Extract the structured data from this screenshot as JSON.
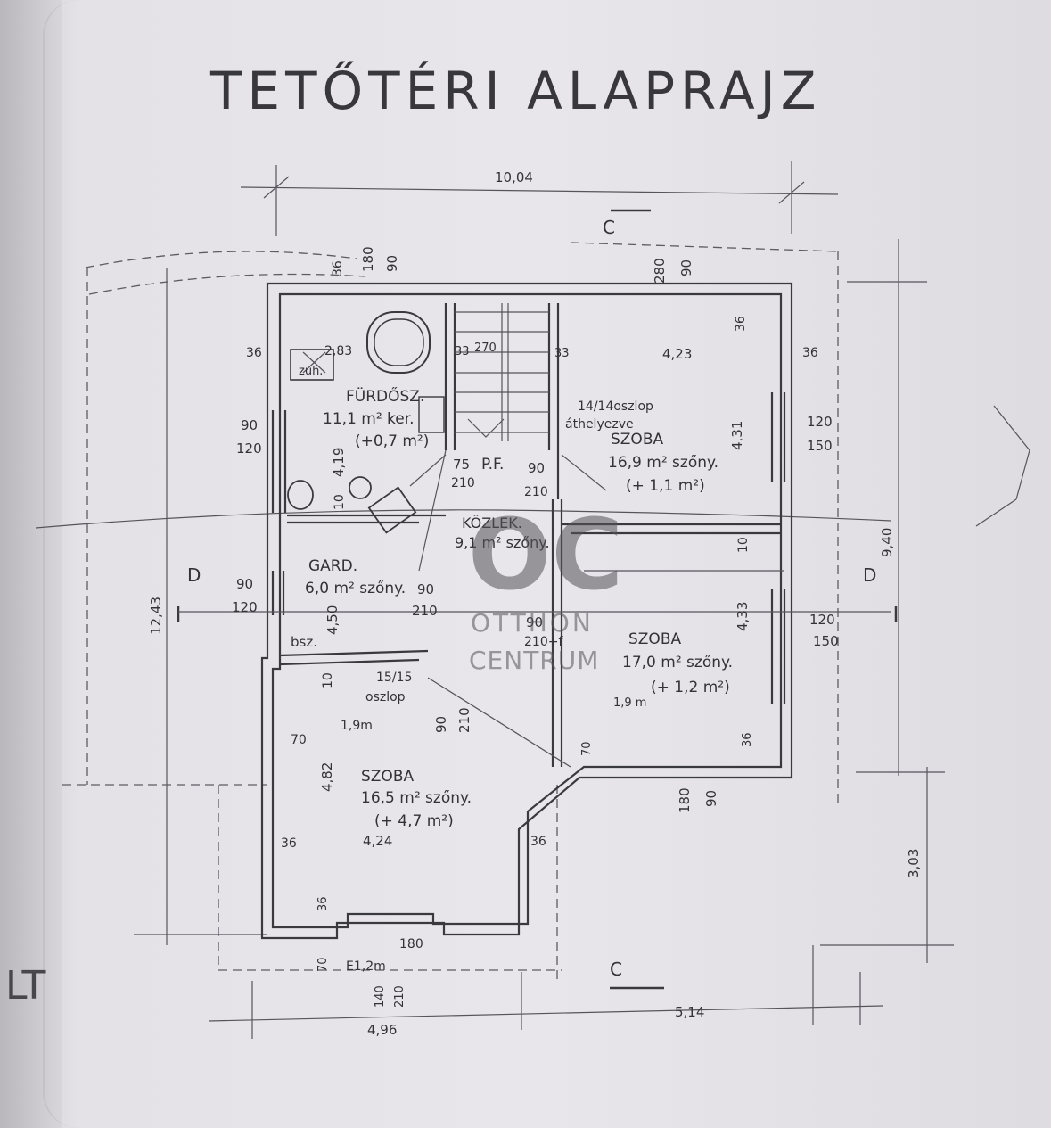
{
  "title": "TETŐTÉRI ALAPRAJZ",
  "watermark": {
    "mark": "OC",
    "line1": "OTTHON",
    "line2": "CENTRUM"
  },
  "edge_letters": "LT",
  "rooms": [
    {
      "id": "furdoszoba",
      "name": "FÜRDŐSZ.",
      "area": "11,1 m² ker.",
      "extra": "(+0,7 m²)"
    },
    {
      "id": "kozlekedo",
      "name": "KÖZLEK.",
      "area": "9,1 m² szőny."
    },
    {
      "id": "szoba-ne",
      "name": "SZOBA",
      "area": "16,9 m² szőny.",
      "extra": "(+ 1,1 m²)"
    },
    {
      "id": "gard",
      "name": "GARD.",
      "area": "6,0 m² szőny."
    },
    {
      "id": "szoba-e",
      "name": "SZOBA",
      "area": "17,0 m² szőny.",
      "extra": "(+ 1,2 m²)"
    },
    {
      "id": "szoba-sw",
      "name": "SZOBA",
      "area": "16,5 m² szőny.",
      "extra": "(+ 4,7 m²)"
    }
  ],
  "labels": {
    "zuh": "zuh.",
    "bsz": "bsz.",
    "pf": "P.F.",
    "oszlop_14": "14/14oszlop",
    "athelyezve": "áthelyezve",
    "oszlop_15": "15/15",
    "oszlop": "oszlop",
    "e12": "E1,2m",
    "section_c_top": "C",
    "section_c_bottom": "C",
    "section_d_left": "D",
    "section_d_right": "D"
  },
  "dimensions": {
    "overall_top": "10,04",
    "overall_left": "12,43",
    "overall_right": "9,40",
    "bottom_left": "4,96",
    "bottom_right": "5,14",
    "right_lower": "3,03",
    "d_36_a": "36",
    "d_180_a": "180",
    "d_90_a": "90",
    "d_280": "280",
    "d_90_b": "90",
    "d_36_b": "36",
    "d_36_c": "36",
    "d_283": "2,83",
    "d_33_a": "33",
    "d_270": "270",
    "d_33_b": "33",
    "d_423": "4,23",
    "d_36_d": "36",
    "d_90_c": "90",
    "d_120_a": "120",
    "d_419": "4,19",
    "d_10_a": "10",
    "d_75": "75",
    "d_90_d": "90",
    "d_210_a": "210",
    "d_210_b": "210",
    "d_431": "4,31",
    "d_120_b": "120",
    "d_150_a": "150",
    "d_10_b": "10",
    "d_90_e": "90",
    "d_120_c": "120",
    "d_90_f": "90",
    "d_210_c": "210",
    "d_450": "4,50",
    "d_90_g": "90",
    "d_210_d": "210+f",
    "d_433": "4,33",
    "d_120_d": "120",
    "d_150_b": "150",
    "d_10_c": "10",
    "d_19_a": "1,9 m",
    "d_19_b": "1,9m",
    "d_90_h": "90",
    "d_210_e": "210",
    "d_70_a": "70",
    "d_70_b": "70",
    "d_36_e": "36",
    "d_482": "4,82",
    "d_180_b": "180",
    "d_90_i": "90",
    "d_36_f": "36",
    "d_424": "4,24",
    "d_36_g": "36",
    "d_36_h": "36",
    "d_70_c": "70",
    "d_180_c": "180",
    "d_140": "140",
    "d_210_f": "210"
  }
}
